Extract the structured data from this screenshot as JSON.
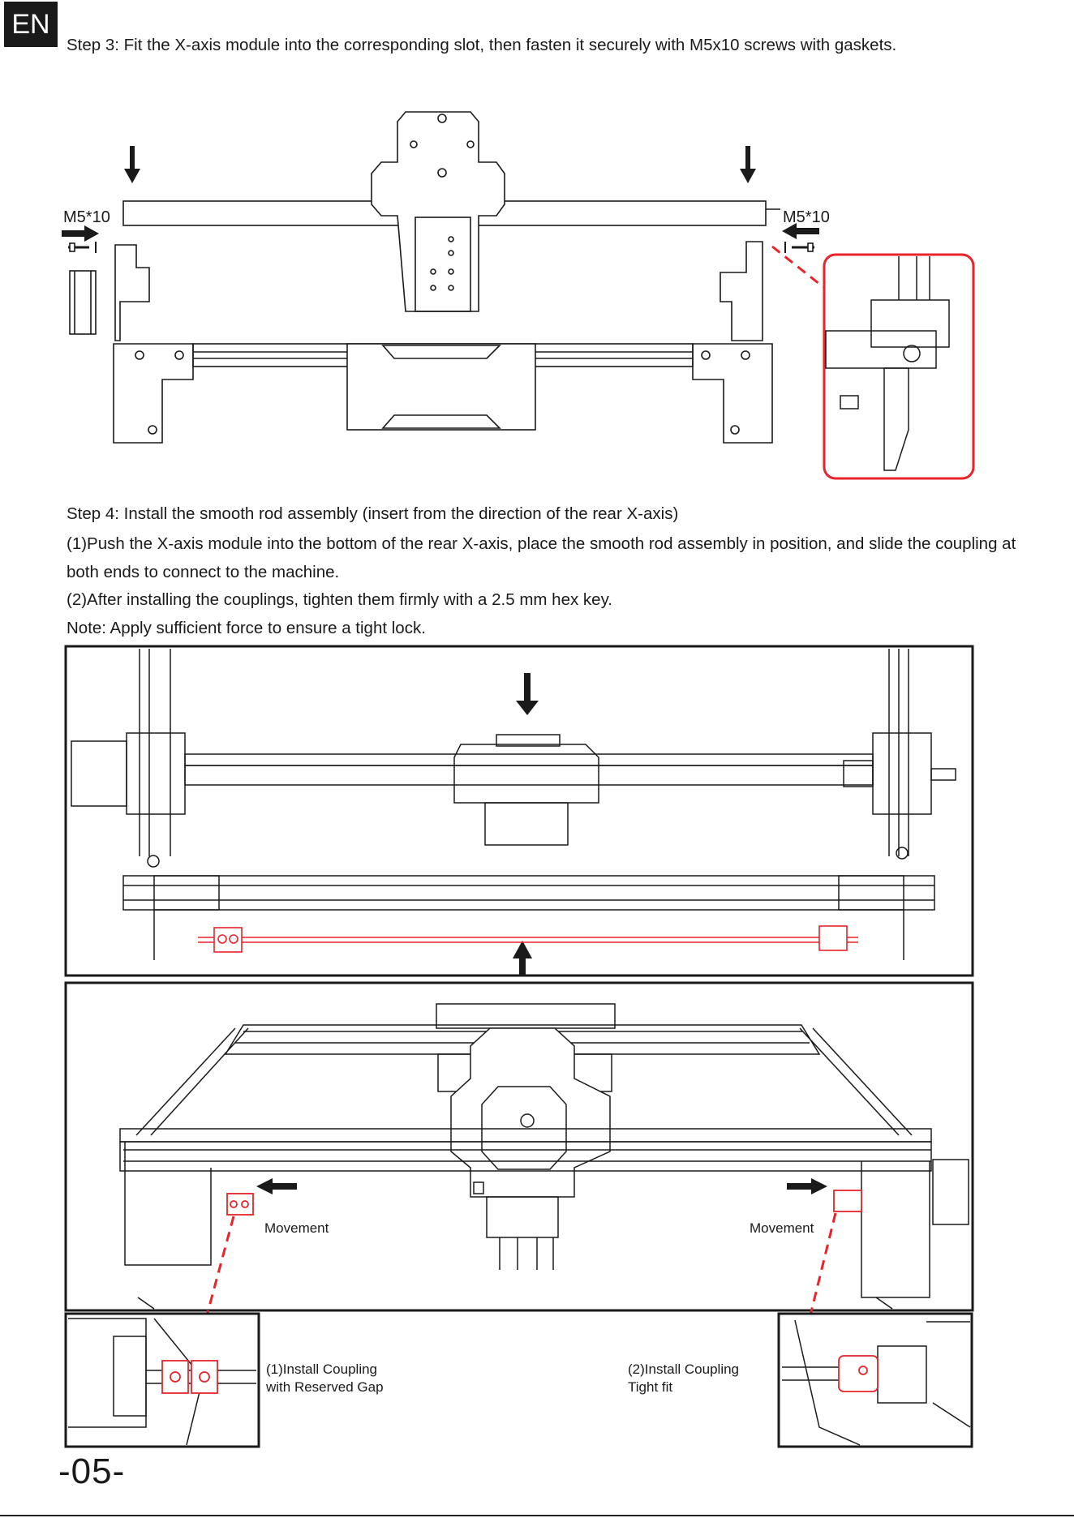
{
  "header": {
    "language_badge": "EN"
  },
  "step3": {
    "title": "Step 3: Fit the X-axis module into the corresponding slot, then fasten it securely with M5x10 screws with gaskets.",
    "screw_label_left": "M5*10",
    "screw_label_right": "M5*10"
  },
  "step4": {
    "title": "Step 4: Install the smooth rod assembly (insert from the direction of the rear X-axis)",
    "instruction_1": "(1)Push the X-axis module into the bottom of the rear X-axis, place the smooth rod assembly in position, and slide the coupling at both ends to connect to the machine.",
    "instruction_2": "(2)After installing the couplings, tighten them firmly with a 2.5 mm hex key.",
    "note": "Note: Apply sufficient force to ensure a tight lock.",
    "movement_left": "Movement",
    "movement_right": "Movement",
    "detail_1_line1": "(1)Install Coupling",
    "detail_1_line2": "with Reserved Gap",
    "detail_2_line1": "(2)Install Coupling",
    "detail_2_line2": "Tight fit"
  },
  "footer": {
    "page_number": "-05-"
  },
  "colors": {
    "highlight": "#e8232a",
    "line": "#1a1a1a"
  }
}
